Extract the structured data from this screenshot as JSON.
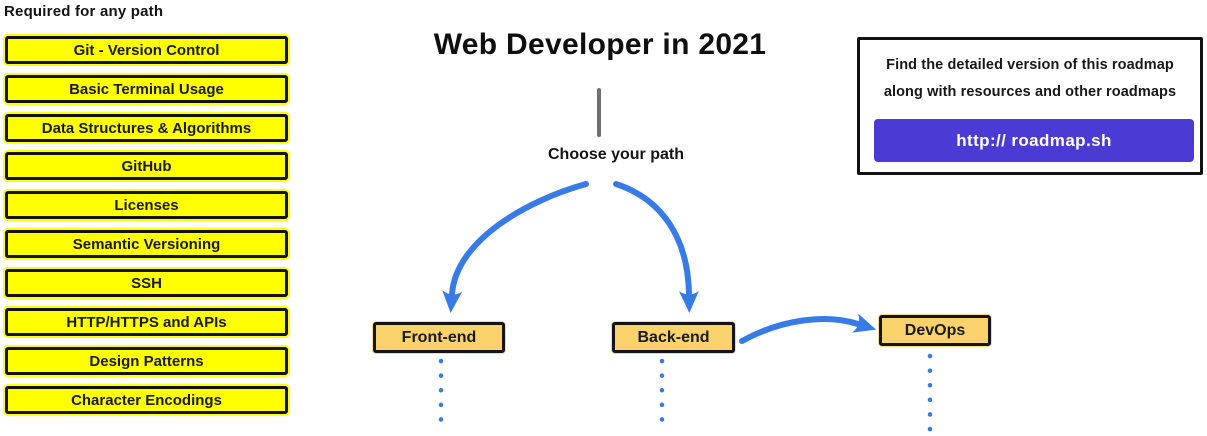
{
  "required": {
    "title": "Required for any path",
    "items": [
      "Git - Version Control",
      "Basic Terminal Usage",
      "Data Structures & Algorithms",
      "GitHub",
      "Licenses",
      "Semantic Versioning",
      "SSH",
      "HTTP/HTTPS and APIs",
      "Design Patterns",
      "Character Encodings"
    ]
  },
  "main": {
    "title": "Web Developer in 2021",
    "choose_label": "Choose your path",
    "paths": [
      {
        "label": "Front-end"
      },
      {
        "label": "Back-end"
      },
      {
        "label": "DevOps"
      }
    ]
  },
  "info": {
    "line1": "Find the detailed version of this roadmap",
    "line2": "along with resources and other roadmaps",
    "button_label": "http:// roadmap.sh"
  },
  "colors": {
    "highlight_yellow": "#FFFF00",
    "node_fill": "#FAD26B",
    "arrow_blue": "#377BE8",
    "button_purple": "#4B3BD4",
    "connector_gray": "#6F6F6F",
    "border_black": "#121212"
  }
}
